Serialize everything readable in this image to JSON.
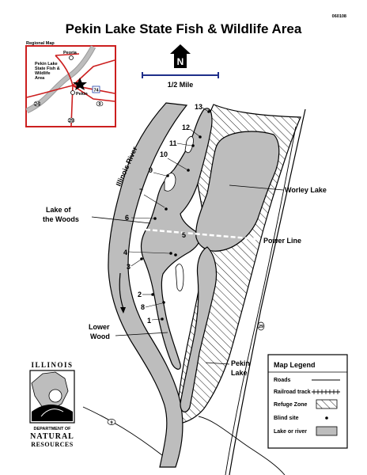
{
  "map_id": "060108",
  "title": "Pekin Lake State Fish & Wildlife Area",
  "scale_label": "1/2 Mile",
  "north_label": "N",
  "regional_map": {
    "label": "Regional Map",
    "places": {
      "peoria": "Peoria",
      "area": [
        "Pekin Lake",
        "State Fish &",
        "Wildlife",
        "Area"
      ],
      "pekin": "Pekin"
    },
    "routes": {
      "r74": "74",
      "r24": "24",
      "r29": "29",
      "r9": "9"
    }
  },
  "labels": {
    "illinois_river": "Illinois River",
    "lake_of_woods": [
      "Lake of",
      "the Woods"
    ],
    "worley_lake": "Worley Lake",
    "power_line": "Power Line",
    "lower_wood": [
      "Lower",
      "Wood"
    ],
    "pekin_lake": [
      "Pekin",
      "Lake"
    ],
    "route_29": "29",
    "route_9": "9"
  },
  "blind_sites": [
    "1",
    "2",
    "3",
    "4",
    "5",
    "6",
    "7",
    "8",
    "9",
    "10",
    "11",
    "12",
    "13"
  ],
  "legend": {
    "title": "Map Legend",
    "items": [
      "Roads",
      "Railroad track",
      "Refuge Zone",
      "Blind site",
      "Lake or river"
    ]
  },
  "logo": {
    "top": "ILLINOIS",
    "dept": [
      "DEPARTMENT OF",
      "NATURAL",
      "RESOURCES"
    ]
  },
  "colors": {
    "water": "#bdbdbd",
    "road": "#cc1f1f",
    "ink": "#000000"
  }
}
